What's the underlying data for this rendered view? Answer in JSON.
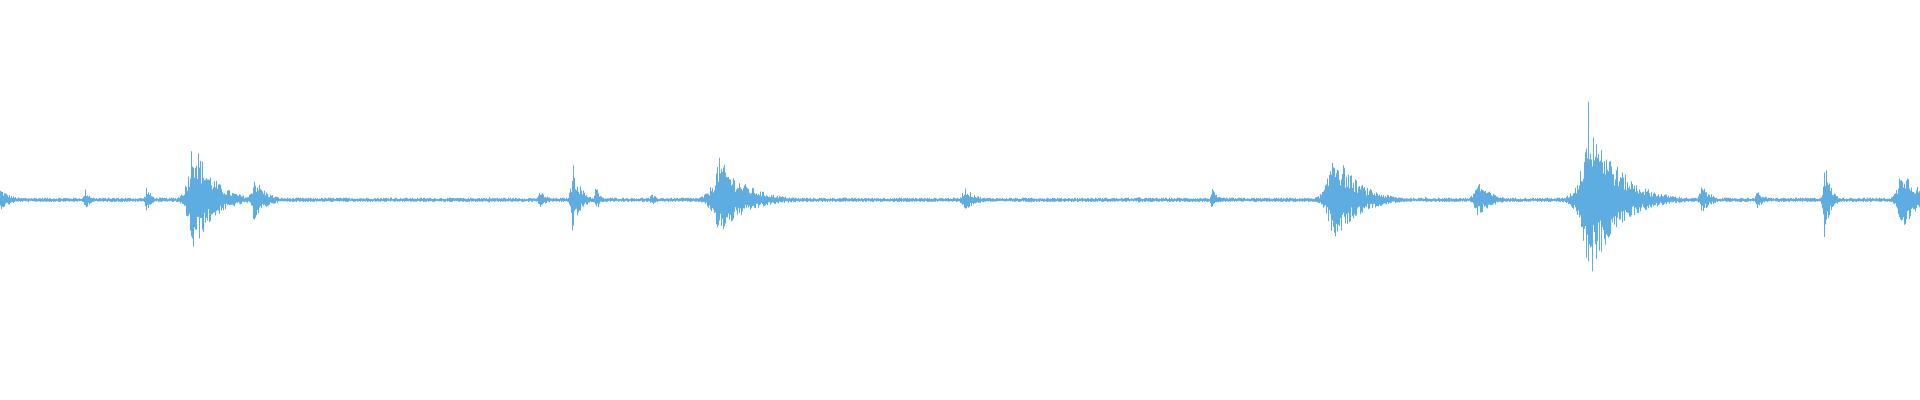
{
  "waveform": {
    "color": "#5DADE2",
    "baseline_noise": 0.012,
    "events": [
      {
        "t": 0.0,
        "amp": 0.06,
        "decay": 0.006
      },
      {
        "t": 0.044,
        "amp": 0.06,
        "decay": 0.003
      },
      {
        "t": 0.076,
        "amp": 0.07,
        "decay": 0.003
      },
      {
        "t": 0.1,
        "amp": 0.34,
        "decay": 0.01
      },
      {
        "t": 0.132,
        "amp": 0.13,
        "decay": 0.006
      },
      {
        "t": 0.203,
        "amp": 0.02,
        "decay": 0.002
      },
      {
        "t": 0.254,
        "amp": 0.02,
        "decay": 0.002
      },
      {
        "t": 0.281,
        "amp": 0.05,
        "decay": 0.004
      },
      {
        "t": 0.298,
        "amp": 0.2,
        "decay": 0.004
      },
      {
        "t": 0.31,
        "amp": 0.09,
        "decay": 0.002
      },
      {
        "t": 0.339,
        "amp": 0.03,
        "decay": 0.004
      },
      {
        "t": 0.374,
        "amp": 0.22,
        "decay": 0.014
      },
      {
        "t": 0.502,
        "amp": 0.07,
        "decay": 0.006
      },
      {
        "t": 0.537,
        "amp": 0.02,
        "decay": 0.003
      },
      {
        "t": 0.593,
        "amp": 0.02,
        "decay": 0.003
      },
      {
        "t": 0.631,
        "amp": 0.06,
        "decay": 0.003
      },
      {
        "t": 0.694,
        "amp": 0.28,
        "decay": 0.012
      },
      {
        "t": 0.742,
        "amp": 0.02,
        "decay": 0.003
      },
      {
        "t": 0.769,
        "amp": 0.11,
        "decay": 0.007
      },
      {
        "t": 0.827,
        "amp": 0.51,
        "decay": 0.014
      },
      {
        "t": 0.886,
        "amp": 0.08,
        "decay": 0.005
      },
      {
        "t": 0.915,
        "amp": 0.05,
        "decay": 0.004
      },
      {
        "t": 0.95,
        "amp": 0.22,
        "decay": 0.003
      },
      {
        "t": 0.99,
        "amp": 0.2,
        "decay": 0.008
      }
    ]
  }
}
